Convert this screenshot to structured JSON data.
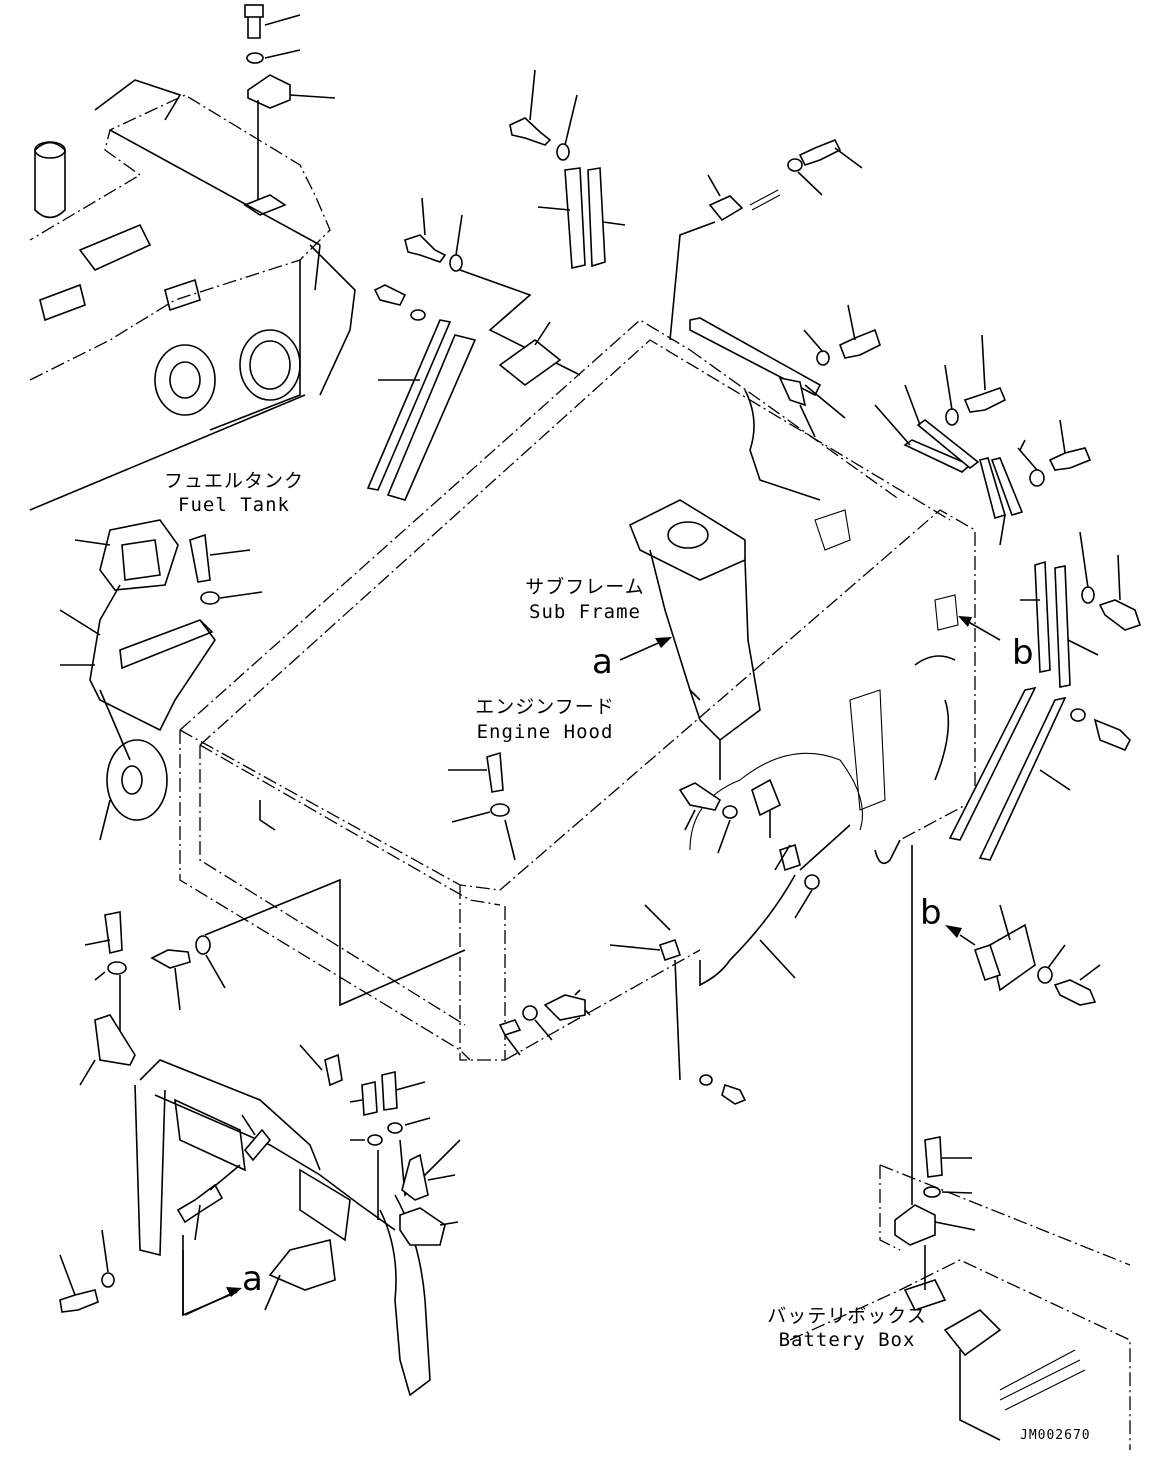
{
  "labels": {
    "fuel_tank_jp": "フュエルタンク",
    "fuel_tank_en": "Fuel Tank",
    "sub_frame_jp": "サブフレーム",
    "sub_frame_en": "Sub Frame",
    "engine_hood_jp": "エンジンフード",
    "engine_hood_en": "Engine Hood",
    "battery_box_jp": "バッテリボックス",
    "battery_box_en": "Battery Box"
  },
  "view_refs": {
    "a_upper": "a",
    "a_lower": "a",
    "b_right": "b",
    "b_lower": "b"
  },
  "drawing_code": "JM002670"
}
